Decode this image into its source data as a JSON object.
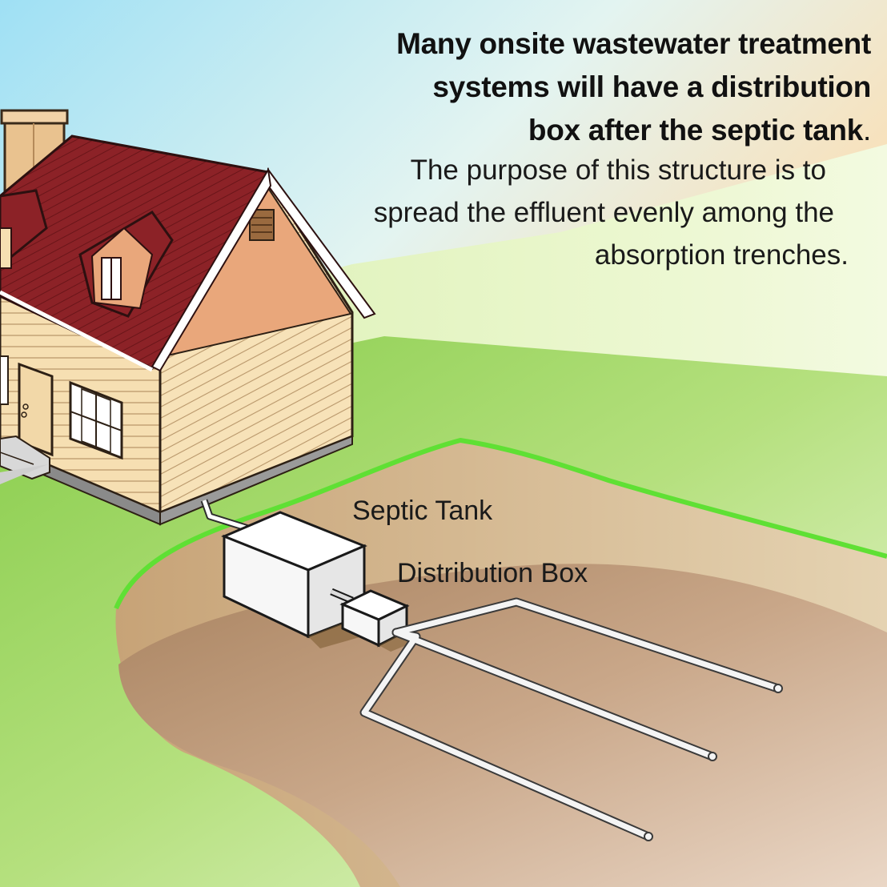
{
  "headline": {
    "line1": "Many onsite wastewater treatment",
    "line2": "systems will have a distribution",
    "line3": "box after the septic tank",
    "period": "."
  },
  "body": {
    "line1": "The purpose of this structure is to",
    "line2": "spread the effluent evenly among the",
    "line3": "absorption trenches."
  },
  "labels": {
    "septic_tank": "Septic Tank",
    "distribution_box": "Distribution Box"
  },
  "colors": {
    "grass": "#8fd14f",
    "grass_edge": "#5fe034",
    "soil": "#c6a58b",
    "roof": "#8a1f24",
    "siding": "#f5deb0",
    "sky_top": "#b7e9f7",
    "sky_warm": "#f8dcb0"
  }
}
